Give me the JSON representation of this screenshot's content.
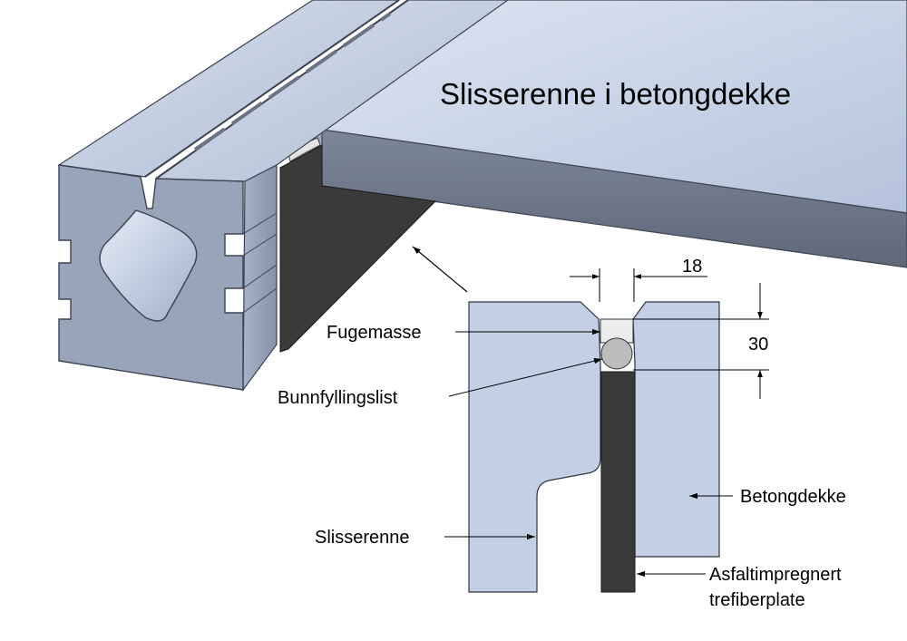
{
  "title": "Slisserenne i betongdekke",
  "labels": {
    "fugemasse": "Fugemasse",
    "bunnfyllingslist": "Bunnfyllingslist",
    "slisserenne": "Slisserenne",
    "betongdekke": "Betongdekke",
    "asfalt_line1": "Asfaltimpregnert",
    "asfalt_line2": "trefiberplate"
  },
  "dimensions": {
    "joint_width": "18",
    "sealant_depth": "30"
  },
  "colors": {
    "concrete_light": "#c2cfe4",
    "concrete_mid": "#8e9ab0",
    "concrete_dark": "#6b7385",
    "fiberboard": "#3a3a3a",
    "sealant": "#ececec",
    "backer_rod": "#bcbcbc"
  }
}
